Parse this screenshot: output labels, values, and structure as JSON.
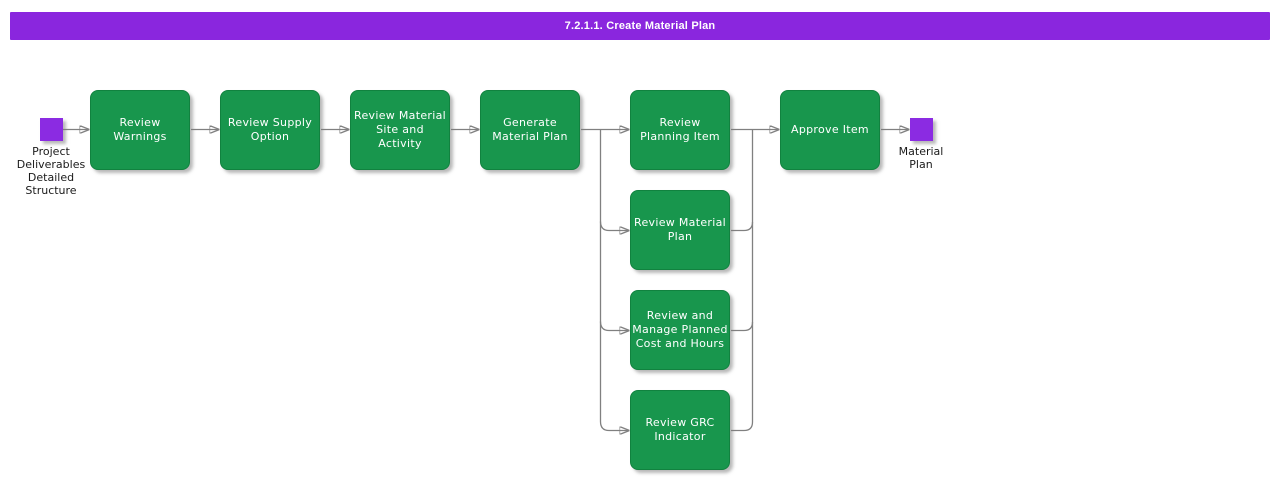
{
  "header": {
    "title": "7.2.1.1. Create Material Plan"
  },
  "colors": {
    "header_bg": "#8a26de",
    "task_fill": "#18964d",
    "task_border": "#11823f",
    "task_text": "#ffffff",
    "event_fill": "#8b2be2",
    "connector": "#808080",
    "label_text": "#1a1a1a",
    "canvas_bg": "#ffffff"
  },
  "diagram": {
    "events": [
      {
        "id": "start",
        "label": "Project\nDeliverables\nDetailed\nStructure"
      },
      {
        "id": "end",
        "label": "Material\nPlan"
      }
    ],
    "tasks": [
      {
        "label": "Review\nWarnings"
      },
      {
        "label": "Review Supply\nOption"
      },
      {
        "label": "Review Material\nSite and\nActivity"
      },
      {
        "label": "Generate\nMaterial Plan"
      },
      {
        "label": "Review\nPlanning Item"
      },
      {
        "label": "Review Material\nPlan"
      },
      {
        "label": "Review and\nManage Planned\nCost and Hours"
      },
      {
        "label": "Review GRC\nIndicator"
      },
      {
        "label": "Approve Item"
      }
    ]
  }
}
